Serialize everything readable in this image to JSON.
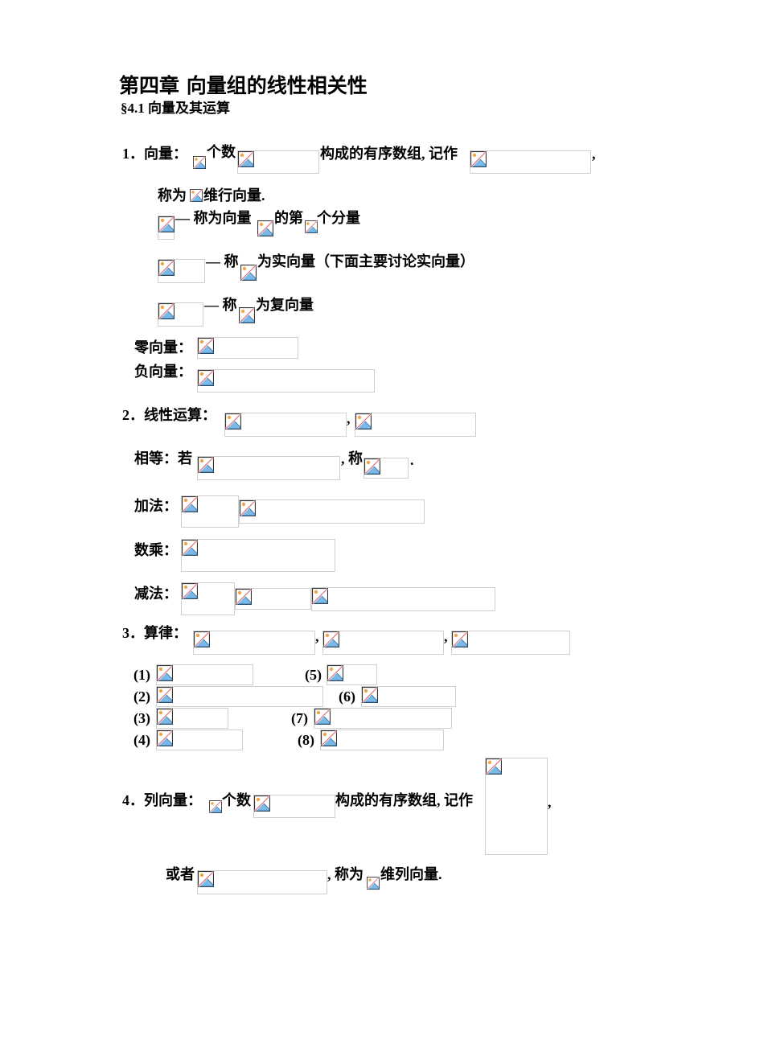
{
  "heading": {
    "chapter": "第四章  向量组的线性相关性",
    "section": "§4.1  向量及其运算"
  },
  "item1": {
    "label": "1．向量：",
    "t_ge_shu": "个数",
    "t_goucheng": "构成的有序数组, 记作",
    "comma": ",",
    "t_chengwei": "称为",
    "t_weihang": "维行向量.",
    "t_cw_xiangliang": "— 称为向量",
    "t_dedi": "的第",
    "t_gefenliang": "个分量",
    "t_shi": "— 称",
    "t_shixiangliang": "为实向量（下面主要讨论实向量）",
    "t_fu": "— 称",
    "t_fuxiangliang": "为复向量",
    "zero_label": "零向量：",
    "neg_label": "负向量："
  },
  "item2": {
    "label": "2．线性运算：",
    "comma": ",",
    "equal_label": "相等：若",
    "equal_mid": ", 称",
    "period": ".",
    "add_label": "加法：",
    "scalar_label": "数乘：",
    "sub_label": "减法："
  },
  "item3": {
    "label": "3．算律：",
    "comma": ",",
    "laws": [
      "(1)",
      "(2)",
      "(3)",
      "(4)",
      "(5)",
      "(6)",
      "(7)",
      "(8)"
    ]
  },
  "item4": {
    "label": "4．列向量：",
    "t_ge_shu": "个数",
    "t_goucheng": "构成的有序数组, 记作",
    "comma": ",",
    "t_huozhe": "或者",
    "t_chengwei": ", 称为",
    "t_weilie": "维列向量."
  },
  "icons": {
    "placeholder": "broken-image-icon"
  },
  "colors": {
    "placeholder_border": "#cfcfcf",
    "icon_sky": "#7ab8e8",
    "icon_sun": "#f0a54a",
    "icon_slash": "#e07070",
    "icon_frame": "#333333"
  }
}
